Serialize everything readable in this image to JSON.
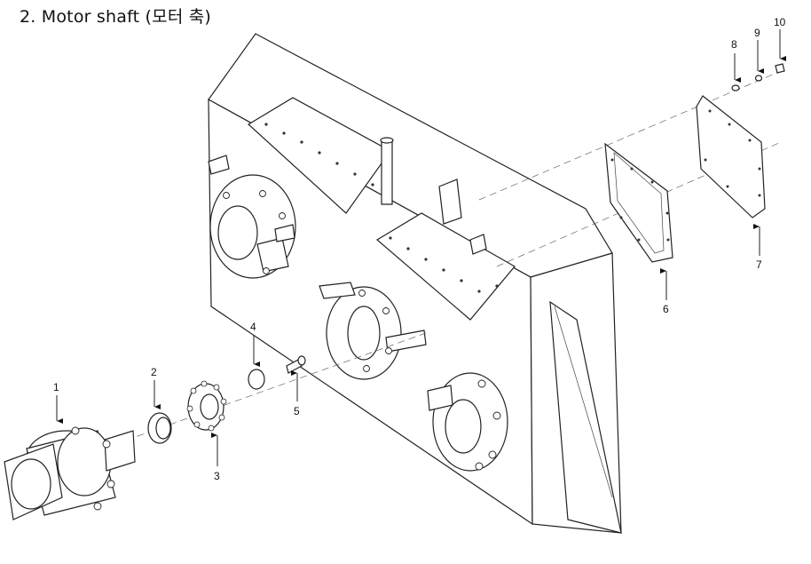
{
  "title": "2. Motor shaft (모터 축)",
  "callouts": [
    {
      "id": "c1",
      "label": "1"
    },
    {
      "id": "c2",
      "label": "2"
    },
    {
      "id": "c3",
      "label": "3"
    },
    {
      "id": "c4",
      "label": "4"
    },
    {
      "id": "c5",
      "label": "5"
    },
    {
      "id": "c6",
      "label": "6"
    },
    {
      "id": "c7",
      "label": "7"
    },
    {
      "id": "c8",
      "label": "8"
    },
    {
      "id": "c9",
      "label": "9"
    },
    {
      "id": "c10",
      "label": "10"
    }
  ]
}
